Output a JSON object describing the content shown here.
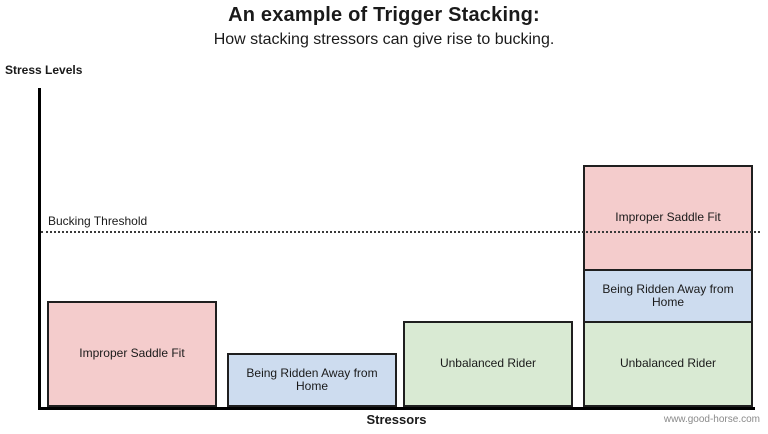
{
  "chart_data": {
    "type": "bar",
    "stacked": true,
    "title": "An example of Trigger Stacking:",
    "subtitle": "How stacking stressors can give rise to bucking.",
    "xlabel": "Stressors",
    "ylabel": "Stress Levels",
    "ylim": [
      0,
      100
    ],
    "grid": false,
    "legend": "none",
    "threshold": {
      "label": "Bucking Threshold",
      "value": 55,
      "style": "dotted"
    },
    "colors": {
      "improper_saddle_fit": "#f4cccc",
      "being_ridden_away_from_home": "#cddcef",
      "unbalanced_rider": "#d9ead3",
      "bar_border": "#1f1f1f",
      "axis": "#000000"
    },
    "bars": [
      {
        "segments": [
          {
            "label": "Improper Saddle Fit",
            "value": 33,
            "color": "#f4cccc"
          }
        ]
      },
      {
        "segments": [
          {
            "label": "Being Ridden Away from Home",
            "value": 17,
            "color": "#cddcef"
          }
        ]
      },
      {
        "segments": [
          {
            "label": "Unbalanced Rider",
            "value": 27,
            "color": "#d9ead3"
          }
        ]
      },
      {
        "segments": [
          {
            "label": "Unbalanced Rider",
            "value": 27,
            "color": "#d9ead3"
          },
          {
            "label": "Being Ridden Away from Home",
            "value": 17,
            "color": "#cddcef"
          },
          {
            "label": "Improper Saddle Fit",
            "value": 33,
            "color": "#f4cccc"
          }
        ]
      }
    ],
    "footer": "www.good-horse.com"
  }
}
